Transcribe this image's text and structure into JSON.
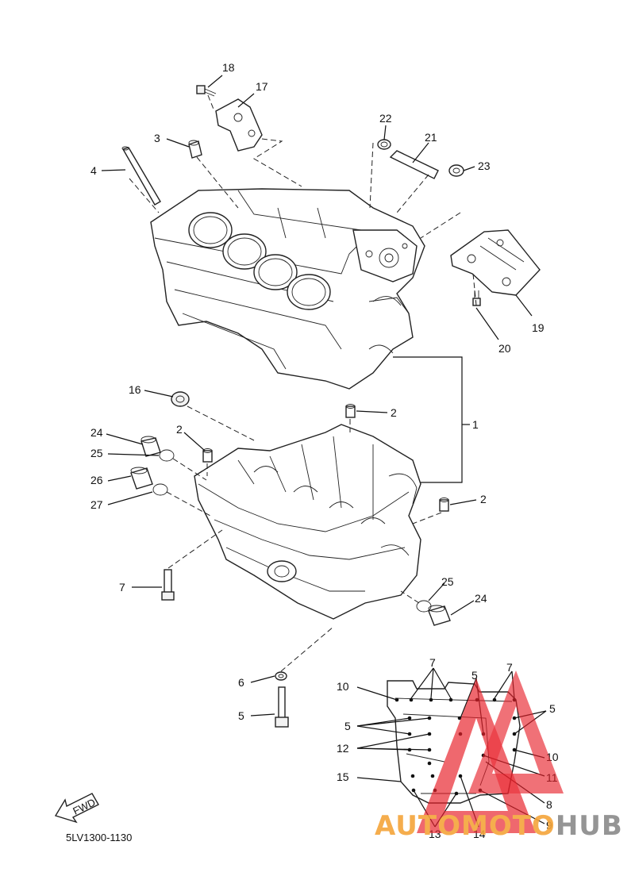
{
  "callouts": {
    "c1": "1",
    "c2a": "2",
    "c2b": "2",
    "c2c": "2",
    "c3": "3",
    "c4": "4",
    "c5a": "5",
    "c6": "6",
    "c7a": "7",
    "c16": "16",
    "c17": "17",
    "c18": "18",
    "c19": "19",
    "c20": "20",
    "c21": "21",
    "c22": "22",
    "c23": "23",
    "c24a": "24",
    "c24b": "24",
    "c25a": "25",
    "c25b": "25",
    "c26": "26",
    "c27": "27"
  },
  "inset": {
    "i7a": "7",
    "i7b": "7",
    "i5a": "5",
    "i5b": "5",
    "i5c": "5",
    "i10a": "10",
    "i10b": "10",
    "i12": "12",
    "i15": "15",
    "i11": "11",
    "i8": "8",
    "i9": "9",
    "i13": "13",
    "i14": "14"
  },
  "fwd_label": "FWD",
  "diagram_code": "5LV1300-1130",
  "watermark": {
    "part1": "AUTO",
    "part2": "MOTO",
    "part3": "HUB",
    "color_orange": "#f4a53a",
    "color_red": "#e8202a",
    "color_gray": "#8a8a8a"
  }
}
